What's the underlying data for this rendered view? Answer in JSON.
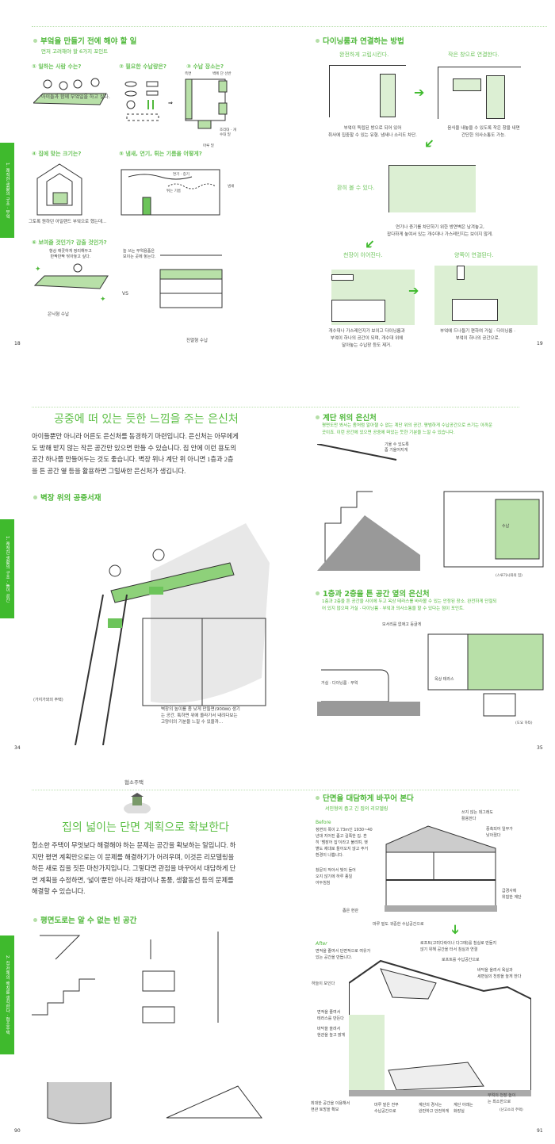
{
  "spread1": {
    "left": {
      "heading": "부엌을 만들기 전에 해야 할 일",
      "subheading": "먼저 고려해야 할 6가지 포인트",
      "points": [
        {
          "label": "① 일하는 사람 수는?",
          "caption": "아이들과 함께 부엌일을 하고 싶다."
        },
        {
          "label": "② 필요한 수납량은?"
        },
        {
          "label": "③ 수납 장소는?",
          "notes": [
            "측면",
            "벽에 단 선반",
            "조리대 · 개수대 밑",
            "마루 밑"
          ]
        },
        {
          "label": "④ 집에 맞는 크기는?",
          "caption": "그토록 원하던 아일랜드 부엌으로 했는데…"
        },
        {
          "label": "⑤ 냄새, 연기, 튀는 기름을 어떻게?",
          "notes": [
            "연기 · 증기",
            "튀는 기름",
            "냄새"
          ]
        },
        {
          "label": "⑥ 보여줄 것인가? 감출 것인가?",
          "hide_note": "항상 깨끗하게 정리해두고\n반짝반짝 닦아놓고 싶다.",
          "show_note": "늘 쓰는 부엌용품은\n보이는 곳에 놓는다.",
          "vs": "VS",
          "hide_caption": "은닉형 수납",
          "show_caption": "진열형 수납"
        }
      ],
      "side_tab": "1. 쾌적한 생활의 구조 · 부엌",
      "page_number": "18"
    },
    "right": {
      "heading": "다이닝룸과 연결하는 방법",
      "steps": [
        {
          "label": "완전하게 고립시킨다.",
          "caption": "부엌이 독립된 방으로 되어 있어\n취사에 집중할 수 있는 유형. 냄새나 소리도 차단."
        },
        {
          "label": "작은 창으로 연결한다.",
          "caption": "음식을 내놓을 수 있도록 작은 창을 내면\n간단한 의사소통도 가능."
        },
        {
          "label": "환히 볼 수 있다.",
          "caption": "연기나 증기를 차단하기 위한 방연벽은 남겨놓고,\n잡다하게 놓여서 있는 개수대나 가스레인지는 보이지 않게."
        },
        {
          "label": "천장이 이어진다.",
          "caption": "개수대나 가스레인지가 보이고 다이닝룸과\n부엌이 하나의 공간이 되며, 개수대 위에\n달아놓는 수납장 등도 제거."
        },
        {
          "label": "양쪽이 연결된다.",
          "caption": "부엌에 드나들기 편하여 거실 · 다이닝룸 ·\n부엌이 하나의 공간으로."
        }
      ],
      "page_number": "19"
    }
  },
  "spread2": {
    "left": {
      "title": "공중에 떠 있는 듯한 느낌을 주는 은신처",
      "body": "아이들뿐만 아니라 어른도 은신처를 동경하기 마련입니다. 은신처는 아무에게\n도 방해 받지 않는 작은 공간만 있으면 만들 수 있습니다. 집 안에 이런 용도의\n공간 하나쯤 만들어두는 것도 좋습니다. 벽장 위나 계단 위 아니면 1층과 2층\n을 튼 공간 옆 등을 활용하면 그럴싸한 은신처가 생깁니다.",
      "heading": "벽장 위의 공중서재",
      "credit": "(가지가와의 주택)",
      "caption": "벽장의 높이를 좀 낮게 만들면(900㎜) 생기\n는 공간. 툭하면 위에 올라가서 내려다보는\n고양이의 기분을 느낄 수 있을까…",
      "side_tab": "1. 쾌적한 생활의 구조 · 놀이 공간",
      "page_number": "34"
    },
    "right": {
      "heading1": "계단 위의 은신처",
      "desc1": "평면도만 봐서는 좀처럼 알아챌 수 없는 계단 위의 공간. 평범하게 수납공간으로 쓰기는 아까운\n곳이죠. 이런 공간에 있으면 공중에 떠있는 듯한 기분을 느낄 수 있습니다.",
      "note1": "기울 수 있도록\n좀 기울어지게",
      "note2": "수납",
      "credit1": "(스루가시와의 집)",
      "heading2": "1층과 2층을 튼 공간 옆의 은신처",
      "desc2": "1층과 2층을 튼 공간을 사이에 두고 옥상 테라스를 바라볼 수 있는 안정된 장소. 완전하게 단절되\n어 있지 않으며 거실 · 다이닝룸 · 부엌과 의사소통을 할 수 있다는 점이 포인트.",
      "note3": "모서리를 없애고 둥글게",
      "note4": "거실 · 다이닝룸 · 부엌",
      "note5": "옥상 테라스",
      "credit2": "(도요 하타)",
      "page_number": "35"
    }
  },
  "spread3": {
    "left": {
      "running_head": "협소주택",
      "title": "집의 넓이는 단면 계획으로 확보한다",
      "body": "협소한 주택이 무엇보다 해결해야 하는 문제는 공간을 확보하는 일입니다. 하\n지만 평면 계획만으로는 이 문제를 해결하기가 어려우며, 이것은 리모델링을\n하든 새로 집을 짓든 마찬가지입니다. 그렇다면 관점을 바꾸어서 대담하게 단\n면 계획을 수정하면, '넓이'뿐만 아니라 채광이나 통풍, 생활동선 등의 문제를\n해결할 수 있습니다.",
      "heading": "평면도로는 알 수 없는 빈 공간",
      "side_tab": "2. 집 전체의 배치를 생각한다 · 협소주택",
      "page_number": "90"
    },
    "right": {
      "heading": "단면을 대담하게 바꾸어 본다",
      "subheading": "서민형의 좁고 긴 집의 리모델링",
      "before_label": "Before",
      "before_text": "정면의 폭이 2.73m인 1930~40\n년대 지어진 좁고 길쭉한 집. 흔\n히 '뱀장어 집'이라고 불리며, 햇\n볕도 제대로 들어오지 않고 주거\n환경이 나쁩니다.",
      "before_notes": [
        "창문이 작아서 빛이 들어\n오지 않기에 하루 종일\n어두침침",
        "쓰지 않는 데그래도\n활용한다",
        "증축되어 일부가\n낮아졌다",
        "급경사에\n위험한 계단",
        "좁은 현관",
        "마루 밑도 귀중한 수납공간으로"
      ],
      "after_label": "After",
      "after_text": "면적을 줄여서 단면적으로 여유가\n있는 공간을 만듭니다.",
      "after_notes": [
        "로프트(고미다락이나 다그메)를 침실로 만들지\n않기 위해 공간을 터서 침실과 연결",
        "로프트를 수납공간으로",
        "바닥을 올려서 욕실과\n세면실의 천장을 높게 한다",
        "하늘이 보인다",
        "면적을 줄여서\n테라스를 만든다",
        "바닥을 올려서\n현관을 높고 밝게",
        "최대한 공간을 이용해서\n현관 토방을 확보",
        "마루 밑은 전부\n수납공간으로",
        "계단의 경사는\n완만하고 안전하게",
        "계단 아래는\n화장실",
        "부엌의 천장 높이\n는 최소한으로"
      ],
      "credit": "(난고소의 주택)",
      "page_number": "91"
    }
  },
  "colors": {
    "accent": "#3fba2d",
    "text_green": "#4fb83a",
    "fill_green": "#dcefd3"
  }
}
